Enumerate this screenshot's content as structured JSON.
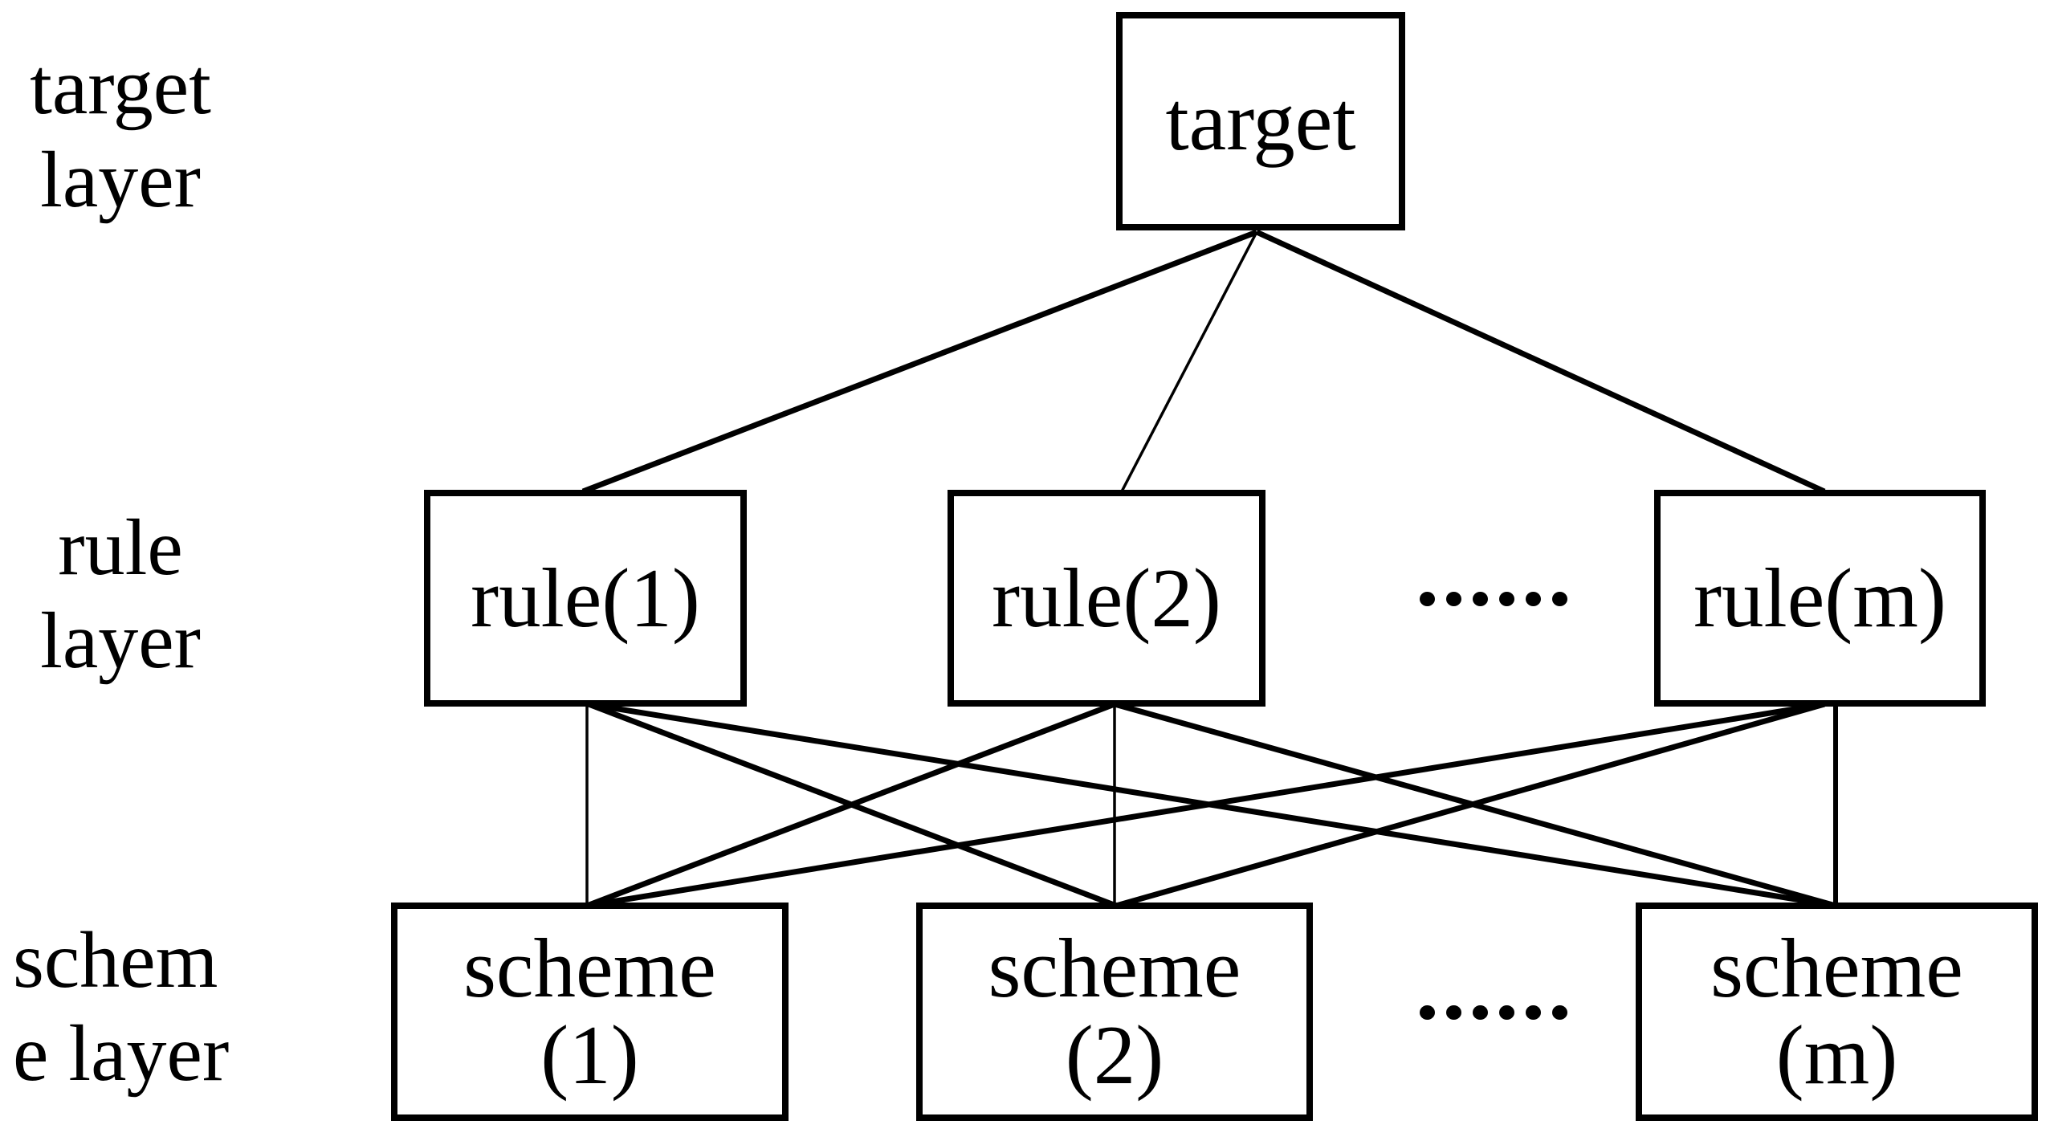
{
  "diagram_title": "",
  "colors": {
    "ink": "#000000",
    "background": "#ffffff"
  },
  "layers": {
    "target": {
      "label": "target\nlayer"
    },
    "rule": {
      "label": "rule\nlayer"
    },
    "scheme": {
      "label": "schem\ne layer"
    }
  },
  "nodes": {
    "target": {
      "label": "target"
    },
    "rule1": {
      "label": "rule(1)"
    },
    "rule2": {
      "label": "rule(2)"
    },
    "rulem": {
      "label": "rule(m)"
    },
    "scheme1": {
      "line1": "scheme",
      "line2": "(1)"
    },
    "scheme2": {
      "line1": "scheme",
      "line2": "(2)"
    },
    "schemem": {
      "line1": "scheme",
      "line2": "(m)"
    }
  },
  "ellipsis": {
    "rule_row": "……",
    "scheme_row": "……"
  },
  "edges": [
    {
      "from": "target",
      "to": "rule(1)"
    },
    {
      "from": "target",
      "to": "rule(2)"
    },
    {
      "from": "target",
      "to": "rule(m)"
    },
    {
      "from": "rule(1)",
      "to": "scheme(1)"
    },
    {
      "from": "rule(1)",
      "to": "scheme(2)"
    },
    {
      "from": "rule(1)",
      "to": "scheme(m)"
    },
    {
      "from": "rule(2)",
      "to": "scheme(1)"
    },
    {
      "from": "rule(2)",
      "to": "scheme(2)"
    },
    {
      "from": "rule(2)",
      "to": "scheme(m)"
    },
    {
      "from": "rule(m)",
      "to": "scheme(1)"
    },
    {
      "from": "rule(m)",
      "to": "scheme(2)"
    },
    {
      "from": "rule(m)",
      "to": "scheme(m)"
    }
  ]
}
